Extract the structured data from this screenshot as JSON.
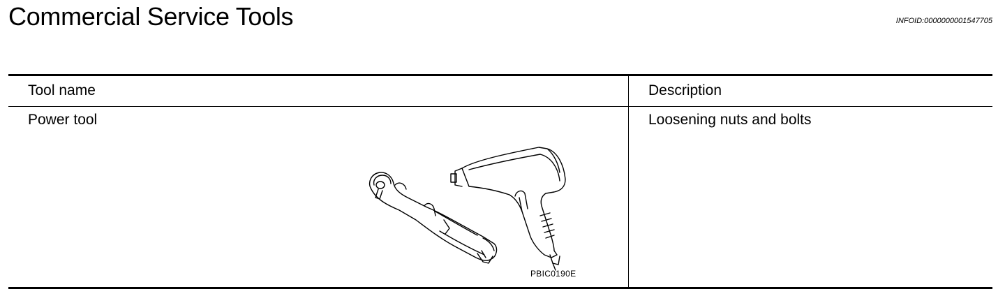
{
  "page": {
    "title": "Commercial Service Tools",
    "info_id": "INFOID:0000000001547705"
  },
  "table": {
    "headers": [
      "Tool name",
      "Description"
    ],
    "rows": [
      {
        "tool_name": "Power tool",
        "description": "Loosening nuts and bolts",
        "figure_code": "PBIC0190E",
        "figure": "power-tools-illustration"
      }
    ]
  }
}
